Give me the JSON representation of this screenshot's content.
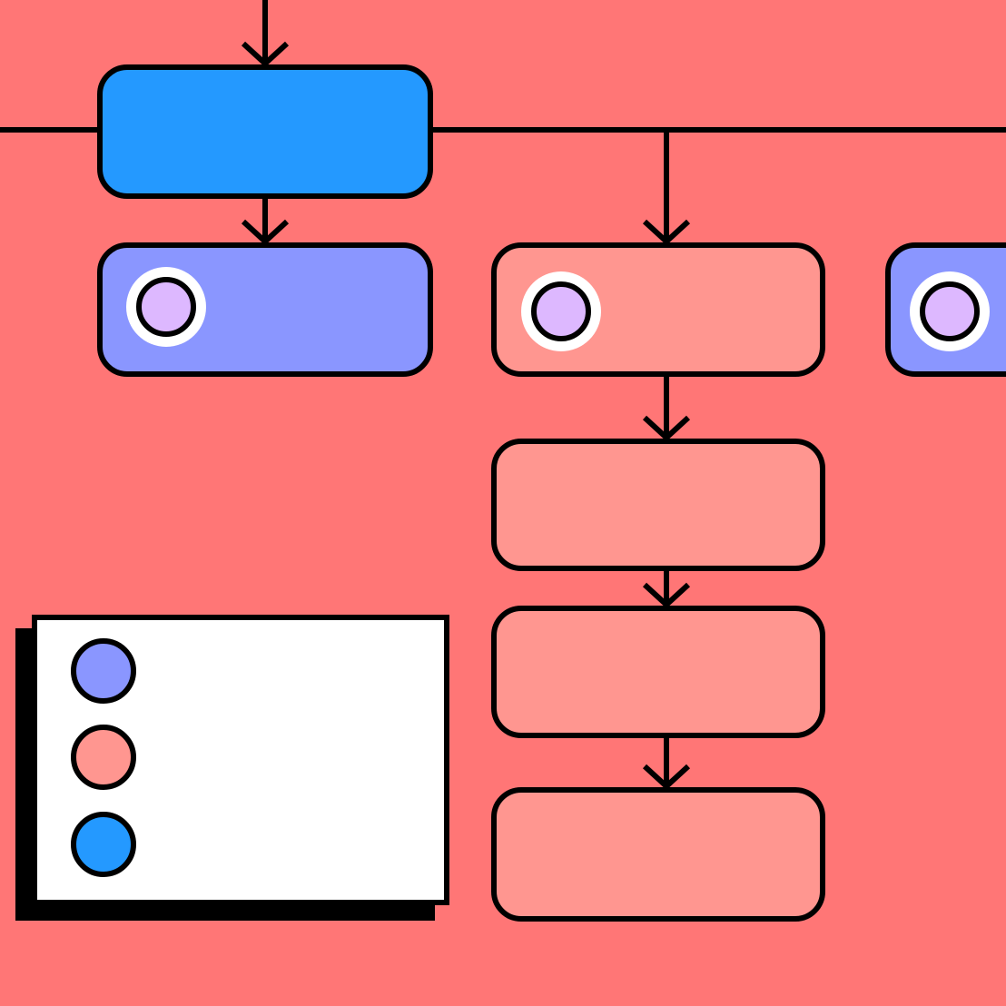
{
  "colors": {
    "background": "#FF7676",
    "stroke": "#000000",
    "primary_node": "#2499FF",
    "secondary_node": "#8A96FF",
    "tertiary_node": "#FF9690",
    "dot_fill": "#DDB8FF",
    "ring": "#FFFFFF",
    "legend_bg": "#FFFFFF",
    "legend_shadow": "#000000"
  },
  "diagram": {
    "root": {
      "name": "root-node",
      "color": "primary_node"
    },
    "children": [
      {
        "name": "child-node-1",
        "color": "secondary_node",
        "has_dot": true
      },
      {
        "name": "child-node-2",
        "color": "tertiary_node",
        "has_dot": true
      },
      {
        "name": "child-node-3",
        "color": "secondary_node",
        "has_dot": true
      }
    ],
    "chain": [
      {
        "name": "chain-node-1",
        "color": "tertiary_node"
      },
      {
        "name": "chain-node-2",
        "color": "tertiary_node"
      },
      {
        "name": "chain-node-3",
        "color": "tertiary_node"
      }
    ]
  },
  "legend": {
    "items": [
      {
        "name": "legend-swatch-secondary",
        "color": "secondary_node"
      },
      {
        "name": "legend-swatch-tertiary",
        "color": "tertiary_node"
      },
      {
        "name": "legend-swatch-primary",
        "color": "primary_node"
      }
    ]
  }
}
